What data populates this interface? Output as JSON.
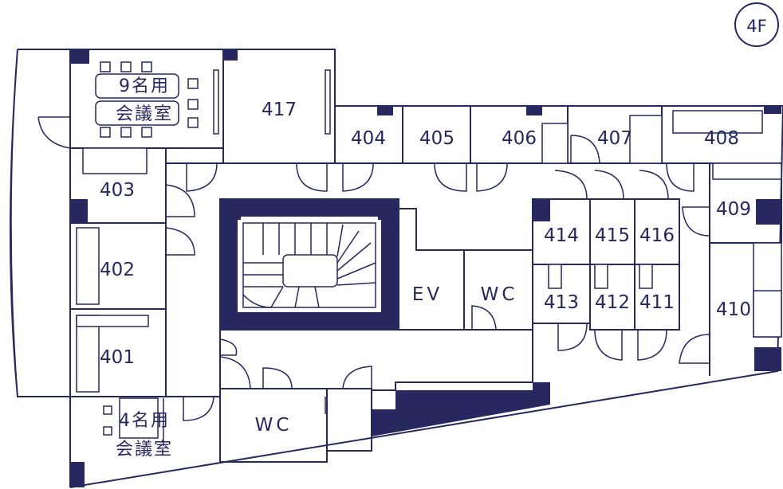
{
  "floor": {
    "label": "4F"
  },
  "rooms": {
    "r417": "417",
    "r404": "404",
    "r405": "405",
    "r406": "406",
    "r407": "407",
    "r408": "408",
    "r403": "403",
    "r402": "402",
    "r401": "401",
    "r409": "409",
    "r410": "410",
    "r414": "414",
    "r415": "415",
    "r416": "416",
    "r413": "413",
    "r412": "412",
    "r411": "411",
    "ev": "EV",
    "wc_center": "WC",
    "wc_bottom": "WC"
  },
  "meeting_rooms": {
    "large": {
      "line1": "9名用",
      "line2": "会議室"
    },
    "small": {
      "line1": "4名用",
      "line2": "会議室"
    }
  },
  "colors": {
    "ink": "#27285f",
    "background": "#ffffff"
  }
}
